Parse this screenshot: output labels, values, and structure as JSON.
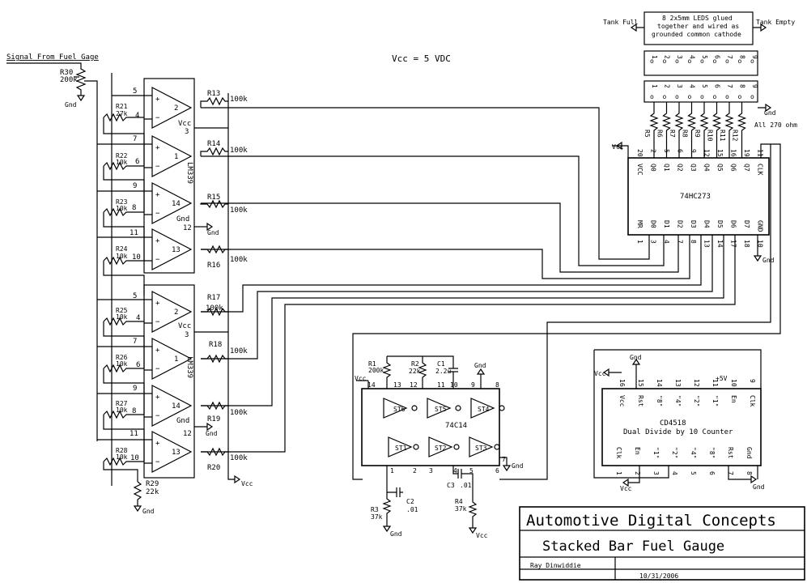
{
  "header": {
    "vcc_note": "Vcc = 5 VDC",
    "signal_label": "Signal From Fuel Gage"
  },
  "title_block": {
    "company": "Automotive Digital Concepts",
    "title": "Stacked Bar Fuel Gauge",
    "author": "Ray Dinwiddie",
    "date": "10/31/2006"
  },
  "led_block": {
    "note_line1": "8  2x5mm LEDS glued",
    "note_line2": "together and wired as",
    "note_line3": "grounded common cathode",
    "tank_full": "Tank Full",
    "tank_empty": "Tank Empty",
    "pins_top": [
      "1",
      "2",
      "3",
      "4",
      "5",
      "6",
      "7",
      "8",
      "9"
    ],
    "pins_bottom": [
      "1",
      "2",
      "3",
      "4",
      "5",
      "6",
      "7",
      "8",
      "9"
    ],
    "resistor_note": "All 270 ohm",
    "resistors": [
      "R5",
      "R6",
      "R7",
      "R8",
      "R9",
      "R10",
      "R11",
      "R12"
    ]
  },
  "ic_74hc273": {
    "name": "74HC273",
    "top_pins": [
      "VCC",
      "Q0",
      "Q1",
      "Q2",
      "Q3",
      "Q4",
      "Q5",
      "Q6",
      "Q7",
      "CLK"
    ],
    "top_nums": [
      "20",
      "2",
      "5",
      "6",
      "9",
      "12",
      "15",
      "16",
      "19",
      "11"
    ],
    "bottom_pins": [
      "MR",
      "D0",
      "D1",
      "D2",
      "D3",
      "D4",
      "D5",
      "D6",
      "D7",
      "GND"
    ],
    "bottom_nums": [
      "1",
      "3",
      "4",
      "7",
      "8",
      "13",
      "14",
      "17",
      "18",
      "10"
    ]
  },
  "comparators_top": {
    "name": "LM339",
    "pins_left": [
      "5",
      "4",
      "7",
      "6",
      "9",
      "8",
      "11",
      "10"
    ],
    "outputs": [
      "2",
      "1",
      "14",
      "13"
    ],
    "vcc": "Vcc",
    "gnd": "Gnd",
    "vcc_pin": "3",
    "gnd_pin": "12",
    "resistors": [
      {
        "ref": "R21",
        "val": "27k"
      },
      {
        "ref": "R22",
        "val": "10k"
      },
      {
        "ref": "R23",
        "val": "10k"
      },
      {
        "ref": "R24",
        "val": "10k"
      }
    ],
    "pullups": [
      {
        "ref": "R13",
        "val": "100k"
      },
      {
        "ref": "R14",
        "val": "100k"
      },
      {
        "ref": "R15",
        "val": "100k"
      },
      {
        "ref": "R16",
        "val": "100k"
      }
    ]
  },
  "comparators_bottom": {
    "name": "LM339",
    "pins_left": [
      "5",
      "4",
      "7",
      "6",
      "9",
      "8",
      "11",
      "10"
    ],
    "outputs": [
      "2",
      "1",
      "14",
      "13"
    ],
    "vcc": "Vcc",
    "gnd": "Gnd",
    "vcc_pin": "3",
    "gnd_pin": "12",
    "resistors": [
      {
        "ref": "R25",
        "val": "10k"
      },
      {
        "ref": "R26",
        "val": "10k"
      },
      {
        "ref": "R27",
        "val": "10k"
      },
      {
        "ref": "R28",
        "val": "10k"
      }
    ],
    "pullups": [
      {
        "ref": "R17",
        "val": "100k"
      },
      {
        "ref": "R18",
        "val": "100k"
      },
      {
        "ref": "R19",
        "val": "100k"
      },
      {
        "ref": "R20",
        "val": "100k"
      }
    ]
  },
  "misc_parts": {
    "r30": "R30",
    "r30_val": "200k",
    "r29": "R29",
    "r29_val": "22k",
    "gnd": "Gnd",
    "vcc": "Vcc"
  },
  "ic_74c14": {
    "name": "74C14",
    "gates_top": [
      "ST6",
      "ST5",
      "ST4"
    ],
    "gates_bottom": [
      "ST1",
      "ST2",
      "ST3"
    ],
    "pins_top": [
      "14",
      "13",
      "12",
      "11",
      "10",
      "9",
      "8"
    ],
    "pins_bottom": [
      "1",
      "2",
      "3",
      "4",
      "5",
      "6",
      "7"
    ],
    "r1": "R1",
    "r1_val": "200k",
    "r2": "R2",
    "r2_val": "22k",
    "c1": "C1",
    "c1_val": "2.2u",
    "r3": "R3",
    "r3_val": "37k",
    "c2": "C2",
    "c2_val": ".01",
    "c3": "C3",
    "c3_val": ".01",
    "r4": "R4",
    "r4_val": "37k"
  },
  "ic_cd4518": {
    "name": "CD4518",
    "desc": "Dual Divide by 10 Counter",
    "top_labels": [
      "Vcc",
      "Rst",
      "\"8\"",
      "\"4\"",
      "\"2\"",
      "\"1\"",
      "En",
      "Clk"
    ],
    "top_nums": [
      "16",
      "15",
      "14",
      "13",
      "12",
      "11",
      "10",
      "9"
    ],
    "bottom_labels": [
      "Clk",
      "En",
      "\"1\"",
      "\"2\"",
      "\"4\"",
      "\"8\"",
      "Rst",
      "Gnd"
    ],
    "bottom_nums": [
      "1",
      "2",
      "3",
      "4",
      "5",
      "6",
      "7",
      "8"
    ],
    "plus5": "+5V"
  }
}
